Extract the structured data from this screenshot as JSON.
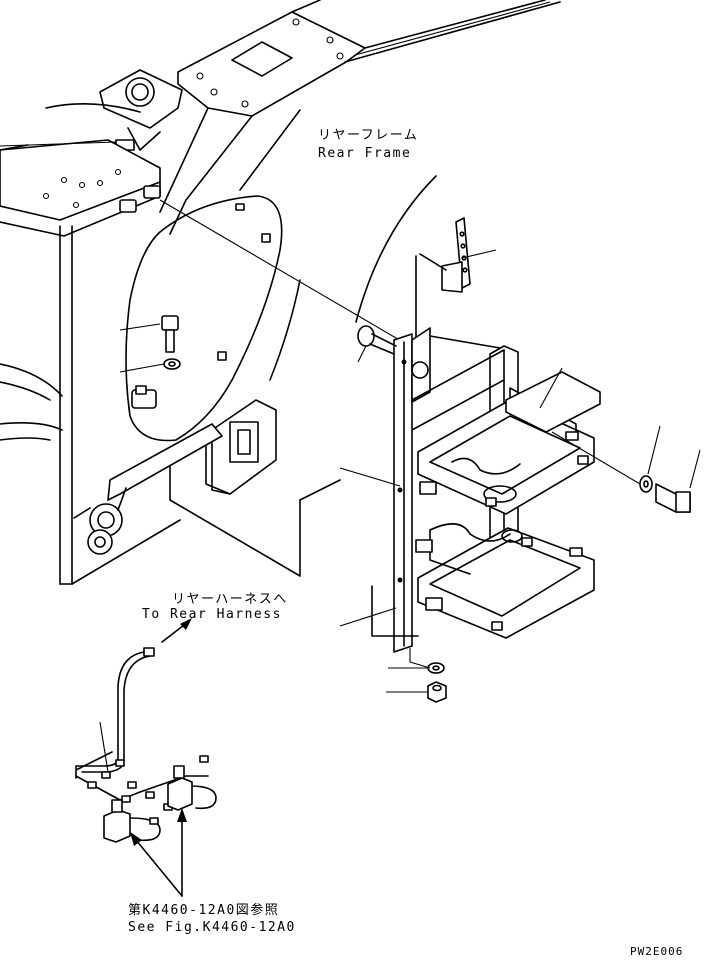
{
  "labels": {
    "rear_frame_jp": "リヤーフレーム",
    "rear_frame_en": "Rear Frame",
    "rear_harness_jp": "リヤーハーネスへ",
    "rear_harness_en": "To Rear Harness",
    "see_fig_jp": "第K4460-12A0図参照",
    "see_fig_en": "See Fig.K4460-12A0",
    "drawing_code": "PW2E006"
  }
}
